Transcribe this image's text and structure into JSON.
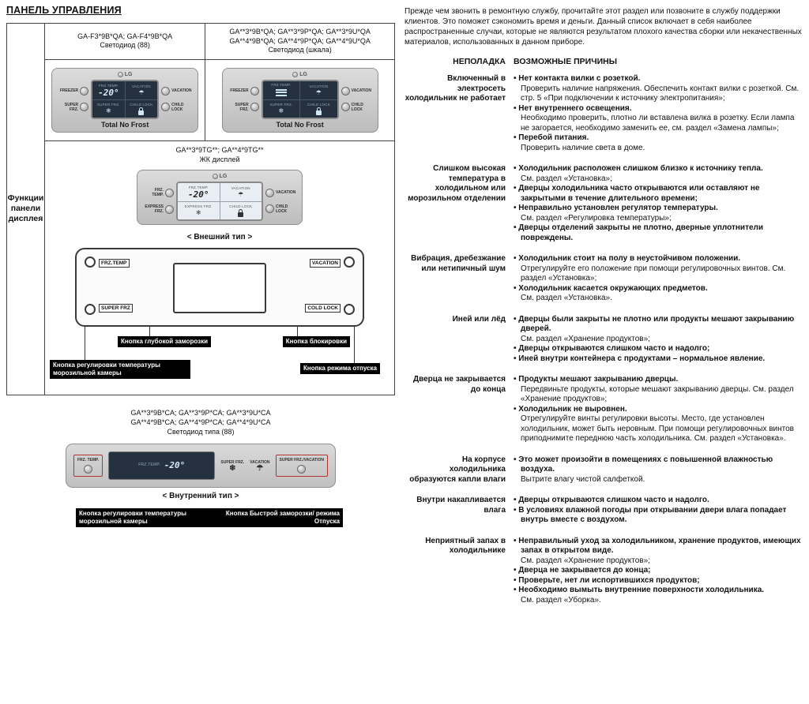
{
  "left": {
    "title": "ПАНЕЛЬ УПРАВЛЕНИЯ",
    "side_label": "Функции панели дисплея",
    "cells": {
      "led88": {
        "models": "GA-F3*9B*QA; GA-F4*9B*QA",
        "type": "Светодиод (88)"
      },
      "led_scale": {
        "models1": "GA**3*9B*QA; GA**3*9P*QA; GA**3*9U*QA",
        "models2": "GA**4*9B*QA; GA**4*9P*QA; GA**4*9U*QA",
        "type": "Светодиод (шкала)"
      },
      "lcd": {
        "models": "GA**3*9TG**; GA**4*9TG**",
        "type": "ЖК дисплей"
      }
    },
    "external": {
      "label": "< Внешний тип >",
      "chip_frz_temp": "FRZ.TEMP",
      "chip_vacation": "VACATION",
      "chip_super_frz": "SUPER FRZ",
      "chip_cold_lock": "COLD LOCK",
      "callout_deep_freeze": "Кнопка глубокой заморозки",
      "callout_lock": "Кнопка блокировки",
      "callout_freezer_temp": "Кнопка регулировки температуры морозильной камеры",
      "callout_vacation": "Кнопка режима отпуска"
    },
    "internal": {
      "models1": "GA**3*9B*CA; GA**3*9P*CA; GA**3*9U*CA",
      "models2": "GA**4*9B*CA; GA**4*9P*CA; GA**4*9U*CA",
      "type": "Светодиод типа (88)",
      "label": "< Внутренний тип >",
      "callout_left": "Кнопка регулировки температуры морозильной камеры",
      "callout_right": "Кнопка Быстрой заморозки/ режима Отпуска"
    }
  },
  "panel_labels": {
    "brand": "LG",
    "freezer": "FREEZER",
    "super_frz": "SUPER FRZ.",
    "express_frz": "EXPRESS FRZ.",
    "vacation": "VACATION",
    "child_lock": "CHILD LOCK",
    "frz_temp_display": "FRZ.TEMP.",
    "frz_temp_btn": "FRZ. TEMP.",
    "super_frz_vacation": "SUPER FRZ./VACATION",
    "temp": "-20°",
    "total_no_frost": "Total No Frost"
  },
  "right": {
    "intro": "Прежде чем звонить в ремонтную службу, прочитайте этот раздел или позвоните в службу поддержки клиентов. Это поможет сэкономить время и деньги. Данный список включает в себя наиболее распространенные случаи, которые не являются результатом плохого качества сборки или некачественных материалов, использованных в данном приборе.",
    "col_problem": "НЕПОЛАДКА",
    "col_causes": "ВОЗМОЖНЫЕ ПРИЧИНЫ",
    "issues": [
      {
        "problem": "Включенный в электросеть холодильник не работает",
        "causes": [
          {
            "lead": "Нет контакта вилки с розеткой.",
            "body": "Проверить наличие напряжения. Обеспечить контакт вилки с розеткой. См. стр. 5 «При подключении к источнику электропитания»;"
          },
          {
            "lead": "Нет внутреннего освещения.",
            "body": "Необходимо проверить, плотно ли вставлена вилка в розетку. Если лампа не загорается, необходимо заменить ее, см. раздел «Замена лампы»;"
          },
          {
            "lead": "Перебой питания.",
            "body": "Проверить наличие света в доме."
          }
        ]
      },
      {
        "problem": "Слишком высокая температура в холодильном или морозильном отделении",
        "causes": [
          {
            "lead": "Холодильник расположен слишком близко к источнику тепла.",
            "body": "См. раздел «Установка»;"
          },
          {
            "lead": "Дверцы холодильника часто открываются или оставляют не закрытыми в течение длительного времени;",
            "body": ""
          },
          {
            "lead": "Неправильно установлен регулятор температуры.",
            "body": "См. раздел «Регулировка температуры»;"
          },
          {
            "lead": "Дверцы отделений закрыты не плотно, дверные уплотнители повреждены.",
            "body": ""
          }
        ]
      },
      {
        "problem": "Вибрация, дребезжание или нетипичный шум",
        "causes": [
          {
            "lead": "Холодильник стоит на полу в неустойчивом положении.",
            "body": "Отрегулируйте его положение при помощи регулировочных винтов. См. раздел «Установка»;"
          },
          {
            "lead": "Холодильник касается окружающих предметов.",
            "body": "См. раздел «Установка»."
          }
        ]
      },
      {
        "problem": "Иней или лёд",
        "causes": [
          {
            "lead": "Дверцы были закрыты не плотно или продукты мешают закрыванию дверей.",
            "body": "См. раздел «Хранение продуктов»;"
          },
          {
            "lead": "Дверцы открываются слишком часто и надолго;",
            "body": ""
          },
          {
            "lead": "Иней внутри контейнера с продуктами – нормальное явление.",
            "body": ""
          }
        ]
      },
      {
        "problem": "Дверца не закрывается до конца",
        "causes": [
          {
            "lead": "Продукты мешают закрыванию дверцы.",
            "body": "Передвиньте продукты, которые мешают закрыванию дверцы. См. раздел «Хранение продуктов»;"
          },
          {
            "lead": "Холодильник не выровнен.",
            "body": "Отрегулируйте винты регулировки высоты. Место, где установлен холодильник, может быть неровным. При помощи регулировочных винтов приподнимите переднюю часть холодильника. См. раздел «Установка»."
          }
        ]
      },
      {
        "problem": "На корпусе холодильника образуются капли влаги",
        "causes": [
          {
            "lead": "Это может произойти в помещениях с повышенной влажностью воздуха.",
            "body": "Вытрите влагу чистой салфеткой."
          }
        ]
      },
      {
        "problem": "Внутри накапливается влага",
        "causes": [
          {
            "lead": "Дверцы открываются слишком часто и надолго.",
            "body": ""
          },
          {
            "lead": "В условиях влажной погоды при открывании двери влага попадает внутрь вместе с воздухом.",
            "body": ""
          }
        ]
      },
      {
        "problem": "Неприятный запах в холодильнике",
        "causes": [
          {
            "lead": "Неправильный уход за холодильником, хранение продуктов, имеющих запах в открытом виде.",
            "body": "См. раздел «Хранение продуктов»;"
          },
          {
            "lead": "Дверца не закрывается до конца;",
            "body": ""
          },
          {
            "lead": "Проверьте, нет ли испортившихся продуктов;",
            "body": ""
          },
          {
            "lead": "Необходимо вымыть внутренние поверхности холодильника.",
            "body": "См. раздел «Уборка»."
          }
        ]
      }
    ]
  },
  "colors": {
    "callout_bg": "#000000",
    "display_bg": "#263140",
    "highlight_red": "#b03434",
    "panel_gray": "#c9c9c9"
  }
}
